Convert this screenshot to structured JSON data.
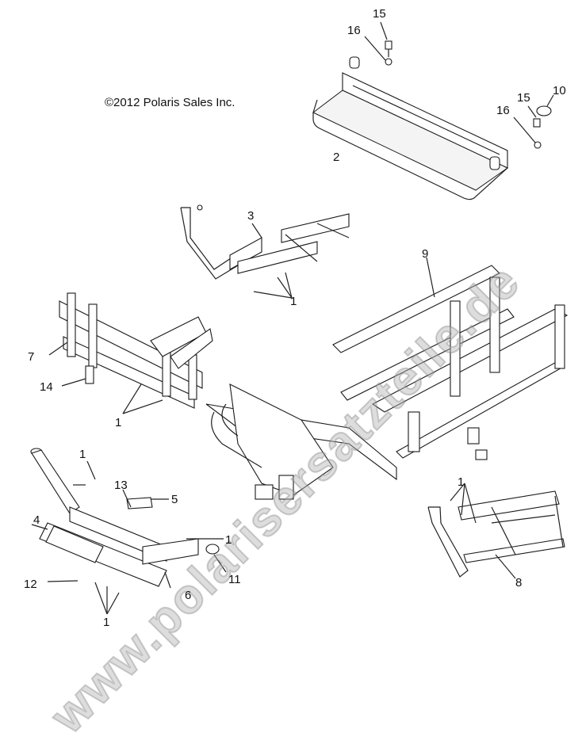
{
  "copyright": "©2012 Polaris Sales Inc.",
  "watermark": "www.polarisersatzteile.de",
  "callouts": {
    "c15a": "15",
    "c16a": "16",
    "c10": "10",
    "c15b": "15",
    "c16b": "16",
    "c2": "2",
    "c3": "3",
    "c1a": "1",
    "c9": "9",
    "c7": "7",
    "c14": "14",
    "c1b": "1",
    "c1c": "1",
    "c13": "13",
    "c5": "5",
    "c4": "4",
    "c1d": "1",
    "c1e": "1",
    "c12": "12",
    "c6": "6",
    "c11": "11",
    "c1f": "1",
    "c8": "8"
  }
}
